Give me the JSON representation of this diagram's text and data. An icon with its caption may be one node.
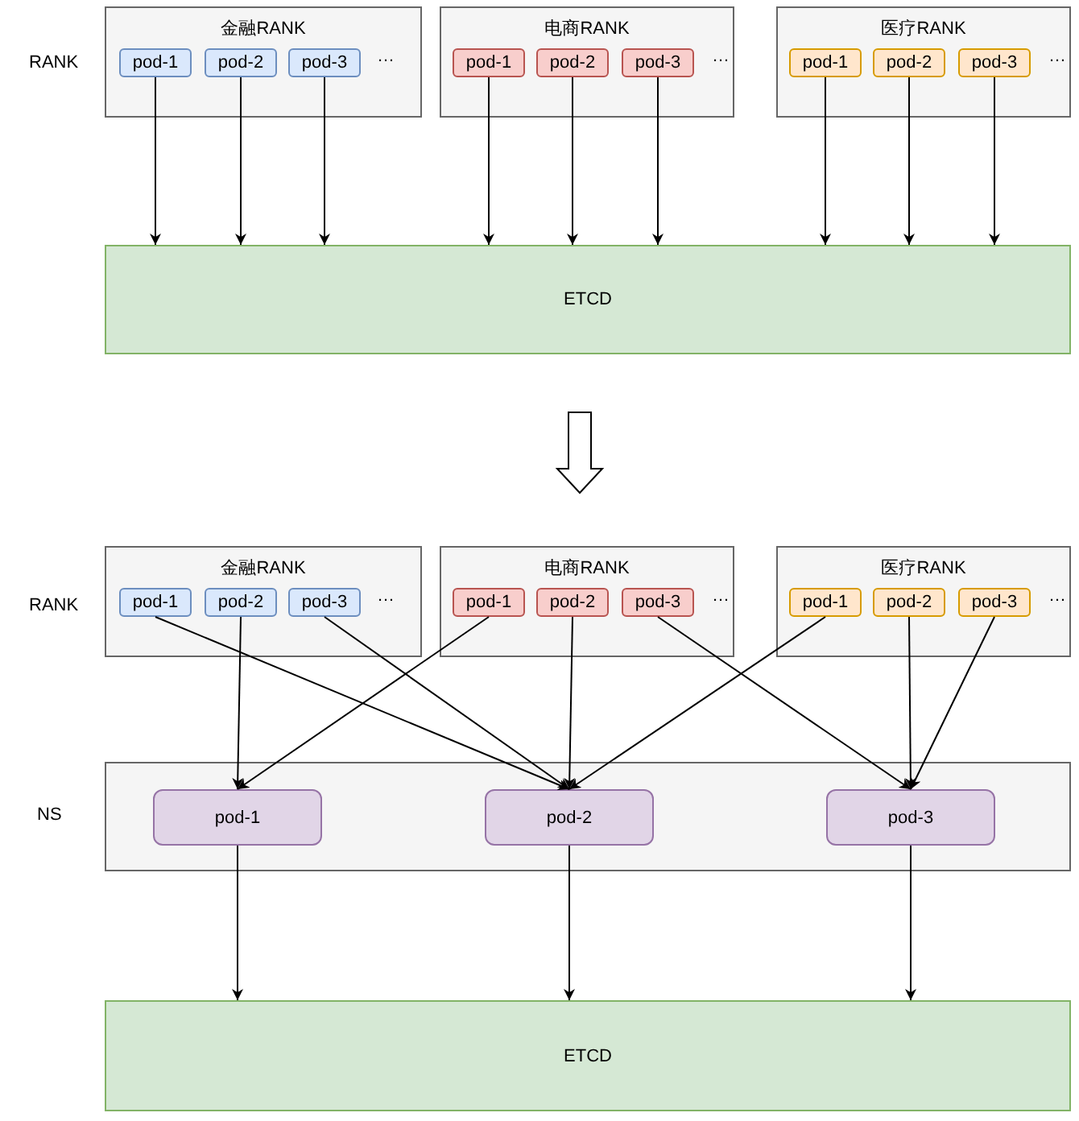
{
  "diagram": {
    "nodes": [
      {
        "text": [
          "金融RANK",
          "…"
        ]
      },
      {
        "text": [
          "pod-1"
        ],
        "in": 0
      },
      {
        "text": [
          "pod-2"
        ],
        "in": 0
      },
      {
        "text": [
          "pod-3"
        ],
        "in": 0
      },
      {
        "text": [
          "电商RANK",
          "…"
        ]
      },
      {
        "text": [
          "pod-1"
        ],
        "in": 4
      },
      {
        "text": [
          "pod-2"
        ],
        "in": 4
      },
      {
        "text": [
          "pod-3"
        ],
        "in": 4
      },
      {
        "text": [
          "医疗RANK",
          "…"
        ]
      },
      {
        "text": [
          "pod-1"
        ],
        "in": 8
      },
      {
        "text": [
          "pod-2"
        ],
        "in": 8
      },
      {
        "text": [
          "pod-3"
        ],
        "in": 8
      },
      {
        "text": [
          "ETCD"
        ]
      },
      {
        "text": [
          "金融RANK",
          "…"
        ]
      },
      {
        "text": [
          "pod-1"
        ],
        "in": 13
      },
      {
        "text": [
          "pod-2"
        ],
        "in": 13
      },
      {
        "text": [
          "pod-3"
        ],
        "in": 13
      },
      {
        "text": [
          "电商RANK",
          "…"
        ]
      },
      {
        "text": [
          "pod-1"
        ],
        "in": 17
      },
      {
        "text": [
          "pod-2"
        ],
        "in": 17
      },
      {
        "text": [
          "pod-3"
        ],
        "in": 17
      },
      {
        "text": [
          "医疗RANK",
          "…"
        ]
      },
      {
        "text": [
          "pod-1"
        ],
        "in": 21
      },
      {
        "text": [
          "pod-2"
        ],
        "in": 21
      },
      {
        "text": [
          "pod-3"
        ],
        "in": 21
      },
      {
        "text": [],
        "shape": "box"
      },
      {
        "text": [
          "pod-1"
        ],
        "in": 25
      },
      {
        "text": [
          "pod-2"
        ],
        "in": 25
      },
      {
        "text": [
          "pod-3"
        ],
        "in": 25
      },
      {
        "text": [
          "ETCD"
        ]
      }
    ],
    "edges": [
      {
        "from": 1,
        "to": 12,
        "arrow": "to"
      },
      {
        "from": 2,
        "to": 12,
        "arrow": "to"
      },
      {
        "from": 3,
        "to": 12,
        "arrow": "to"
      },
      {
        "from": 5,
        "to": 12,
        "arrow": "to"
      },
      {
        "from": 6,
        "to": 12,
        "arrow": "to"
      },
      {
        "from": 7,
        "to": 12,
        "arrow": "to"
      },
      {
        "from": 9,
        "to": 12,
        "arrow": "to"
      },
      {
        "from": 10,
        "to": 12,
        "arrow": "to"
      },
      {
        "from": 11,
        "to": 12,
        "arrow": "to"
      },
      {
        "from": 14,
        "to": 27,
        "arrow": "to"
      },
      {
        "from": 15,
        "to": 26,
        "arrow": "to"
      },
      {
        "from": 16,
        "to": 27,
        "arrow": "to"
      },
      {
        "from": 18,
        "to": 26,
        "arrow": "to"
      },
      {
        "from": 19,
        "to": 27,
        "arrow": "to"
      },
      {
        "from": 20,
        "to": 28,
        "arrow": "to"
      },
      {
        "from": 22,
        "to": 27,
        "arrow": "to"
      },
      {
        "from": 23,
        "to": 28,
        "arrow": "to"
      },
      {
        "from": 24,
        "to": 28,
        "arrow": "to"
      },
      {
        "from": 26,
        "to": 29,
        "arrow": "to"
      },
      {
        "from": 27,
        "to": 29,
        "arrow": "to"
      },
      {
        "from": 28,
        "to": 29,
        "arrow": "to"
      }
    ],
    "labels": [
      "RANK",
      "RANK",
      "NS"
    ]
  }
}
